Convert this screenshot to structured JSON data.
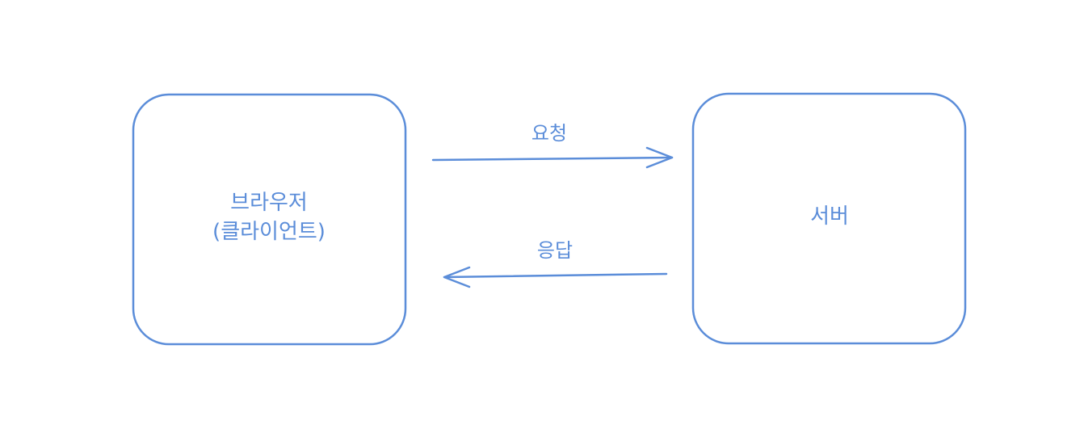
{
  "diagram": {
    "nodes": {
      "client": {
        "label_line1": "브라우저",
        "label_line2": "(클라이언트)"
      },
      "server": {
        "label": "서버"
      }
    },
    "edges": {
      "request": {
        "label": "요청",
        "from": "client",
        "to": "server"
      },
      "response": {
        "label": "응답",
        "from": "server",
        "to": "client"
      }
    }
  },
  "colors": {
    "stroke": "#5b8dd9",
    "text": "#5b8dd9",
    "background": "#ffffff"
  }
}
